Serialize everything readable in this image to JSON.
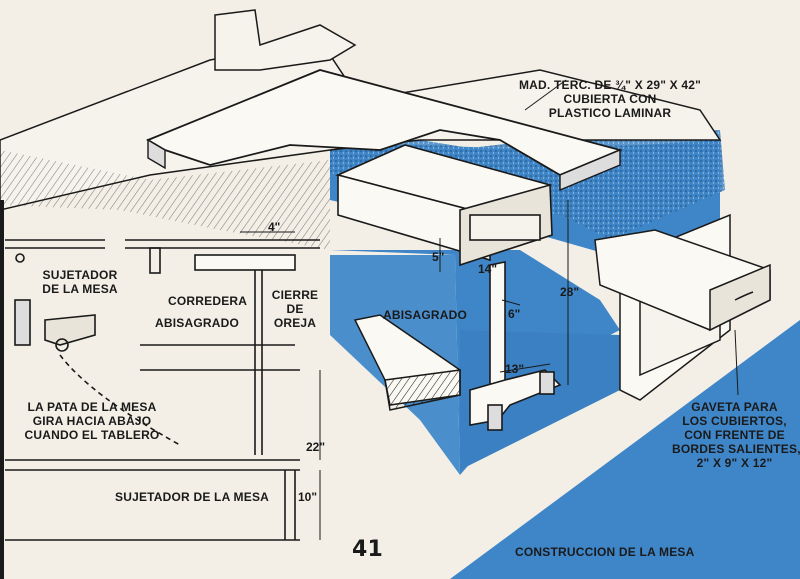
{
  "labels": {
    "top_material": [
      "MAD. TERC. DE ¾\" x 29\" x 42\"",
      "CUBIERTA CON",
      "PLASTICO LAMINAR"
    ],
    "sujetador_top": [
      "SUJETADOR",
      "DE LA MESA"
    ],
    "corredera": "CORREDERA",
    "abisagrado_left": "ABISAGRADO",
    "cierre": [
      "CIERRE",
      "DE",
      "OREJA"
    ],
    "abisagrado_center": "ABISAGRADO",
    "pata": [
      "LA PATA DE LA MESA",
      "GIRA HACIA ABAJO",
      "CUANDO EL TABLERO"
    ],
    "sujetador_bottom": "SUJETADOR DE LA MESA",
    "gaveta": [
      "GAVETA PARA",
      "LOS CUBIERTOS,",
      "CON FRENTE DE",
      "BORDES SALIENTES,",
      "2\" x 9\" x 12\""
    ],
    "caption": "CONSTRUCCION DE LA MESA",
    "page_number": "41"
  },
  "dimensions": {
    "d4": "4\"",
    "d5": "5\"",
    "d14": "14\"",
    "d6": "6\"",
    "d28": "28\"",
    "d13": "13\"",
    "d22": "22\"",
    "d10": "10\""
  },
  "colors": {
    "paper": "#f3efe6",
    "blue": "#3f86c8",
    "ink": "#1a1a1a"
  }
}
